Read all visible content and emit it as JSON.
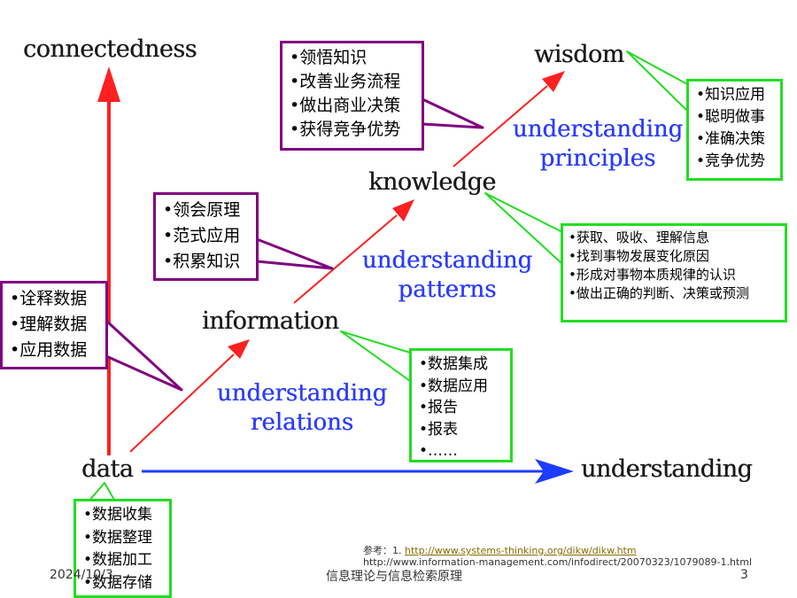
{
  "nodes": {
    "connectedness": "connectedness",
    "wisdom": "wisdom",
    "knowledge": "knowledge",
    "information": "information",
    "data": "data",
    "understanding": "understanding"
  },
  "phases": {
    "relations": [
      "understanding",
      "relations"
    ],
    "patterns": [
      "understanding",
      "patterns"
    ],
    "principles": [
      "understanding",
      "principles"
    ]
  },
  "callouts": {
    "wisdom_purple": [
      "领悟知识",
      "改善业务流程",
      "做出商业决策",
      "获得竞争优势"
    ],
    "wisdom_green": [
      "知识应用",
      "聪明做事",
      "准确决策",
      "竞争优势"
    ],
    "knowledge_purple": [
      "领会原理",
      "范式应用",
      "积累知识"
    ],
    "knowledge_green": [
      "获取、吸收、理解信息",
      "找到事物发展变化原因",
      "形成对事物本质规律的认识",
      "做出正确的判断、决策或预测"
    ],
    "information_purple": [
      "诠释数据",
      "理解数据",
      "应用数据"
    ],
    "information_green": [
      "数据集成",
      "数据应用",
      "报告",
      "报表",
      "……"
    ],
    "data_green": [
      "数据收集",
      "数据整理",
      "数据加工",
      "数据存储"
    ]
  },
  "reference": {
    "prefix": "参考：1. ",
    "link1": "http://www.systems-thinking.org/dikw/dikw.htm",
    "link2": "http://www.information-management.com/infodirect/20070323/1079089-1.html"
  },
  "footer": {
    "date": "2024/10/3",
    "title": "信息理论与信息检索原理",
    "page": "3"
  },
  "colors": {
    "axis_vertical": "#ff2020",
    "axis_horizontal": "#1e3cff",
    "diagonal": "#ff2020",
    "phase_text": "#2a3cff",
    "purple_border": "#800080",
    "green_border": "#22dd22"
  }
}
